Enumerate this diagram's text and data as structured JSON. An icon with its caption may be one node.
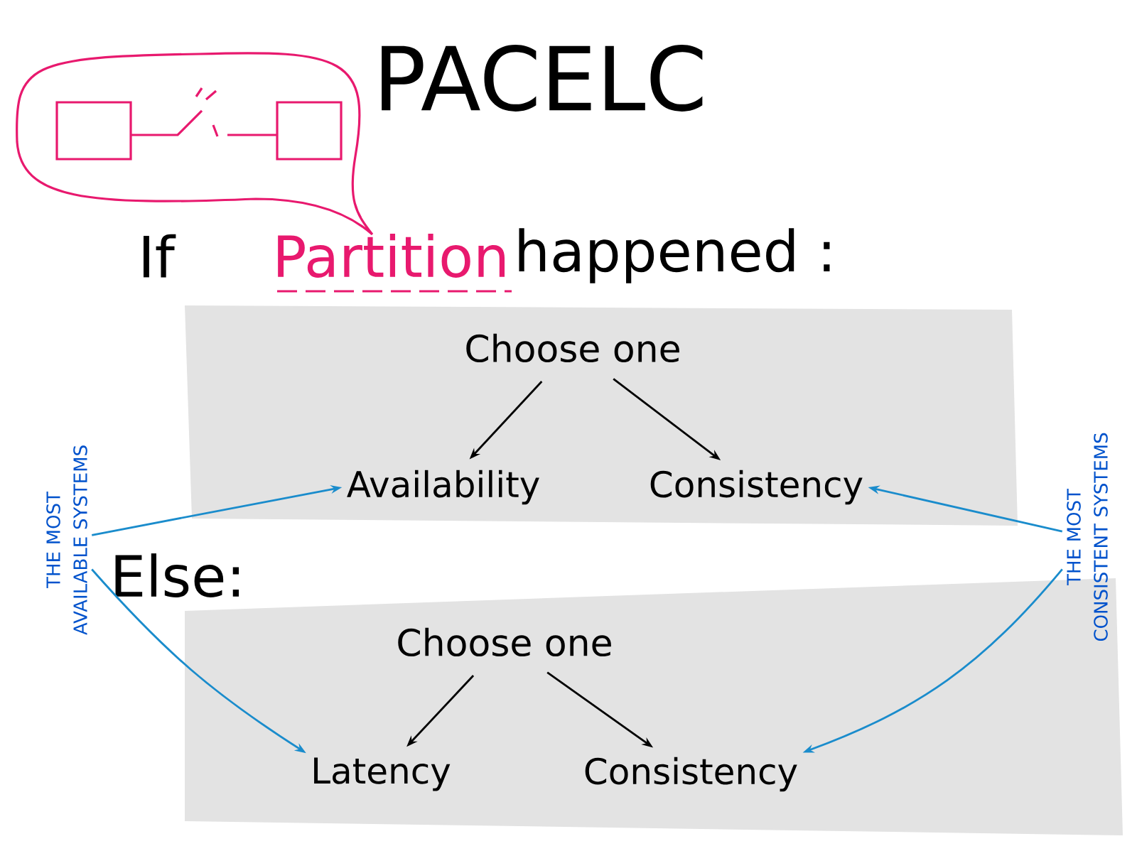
{
  "diagram": {
    "title": "PACELC",
    "nodes": [
      {
        "text": [],
        "shape": "box"
      },
      {
        "text": [
          "Choose one"
        ],
        "in": 0
      },
      {
        "text": [
          "Availability"
        ],
        "in": 0
      },
      {
        "text": [
          "Consistency"
        ],
        "in": 0
      },
      {
        "text": [],
        "shape": "box"
      },
      {
        "text": [
          "Choose one"
        ],
        "in": 4
      },
      {
        "text": [
          "Latency"
        ],
        "in": 4
      },
      {
        "text": [
          "Consistency"
        ],
        "in": 4
      },
      {
        "text": [
          "THE MOST AVAILABLE SYSTEMS"
        ]
      },
      {
        "text": [
          "THE MOST CONSISTENT SYSTEMS"
        ]
      }
    ],
    "edges": [
      {
        "from": 1,
        "to": 2,
        "arrow": "to"
      },
      {
        "from": 1,
        "to": 3,
        "arrow": "to"
      },
      {
        "from": 5,
        "to": 6,
        "arrow": "to"
      },
      {
        "from": 5,
        "to": 7,
        "arrow": "to"
      },
      {
        "from": 8,
        "to": 2,
        "arrow": "to",
        "color": "#1a8ccc"
      },
      {
        "from": 8,
        "to": 6,
        "arrow": "to",
        "color": "#1a8ccc"
      },
      {
        "from": 9,
        "to": 3,
        "arrow": "to",
        "color": "#1a8ccc"
      },
      {
        "from": 9,
        "to": 7,
        "arrow": "to",
        "color": "#1a8ccc"
      }
    ],
    "labels": [
      "If",
      "Partition",
      "happened :",
      "Else:"
    ]
  }
}
